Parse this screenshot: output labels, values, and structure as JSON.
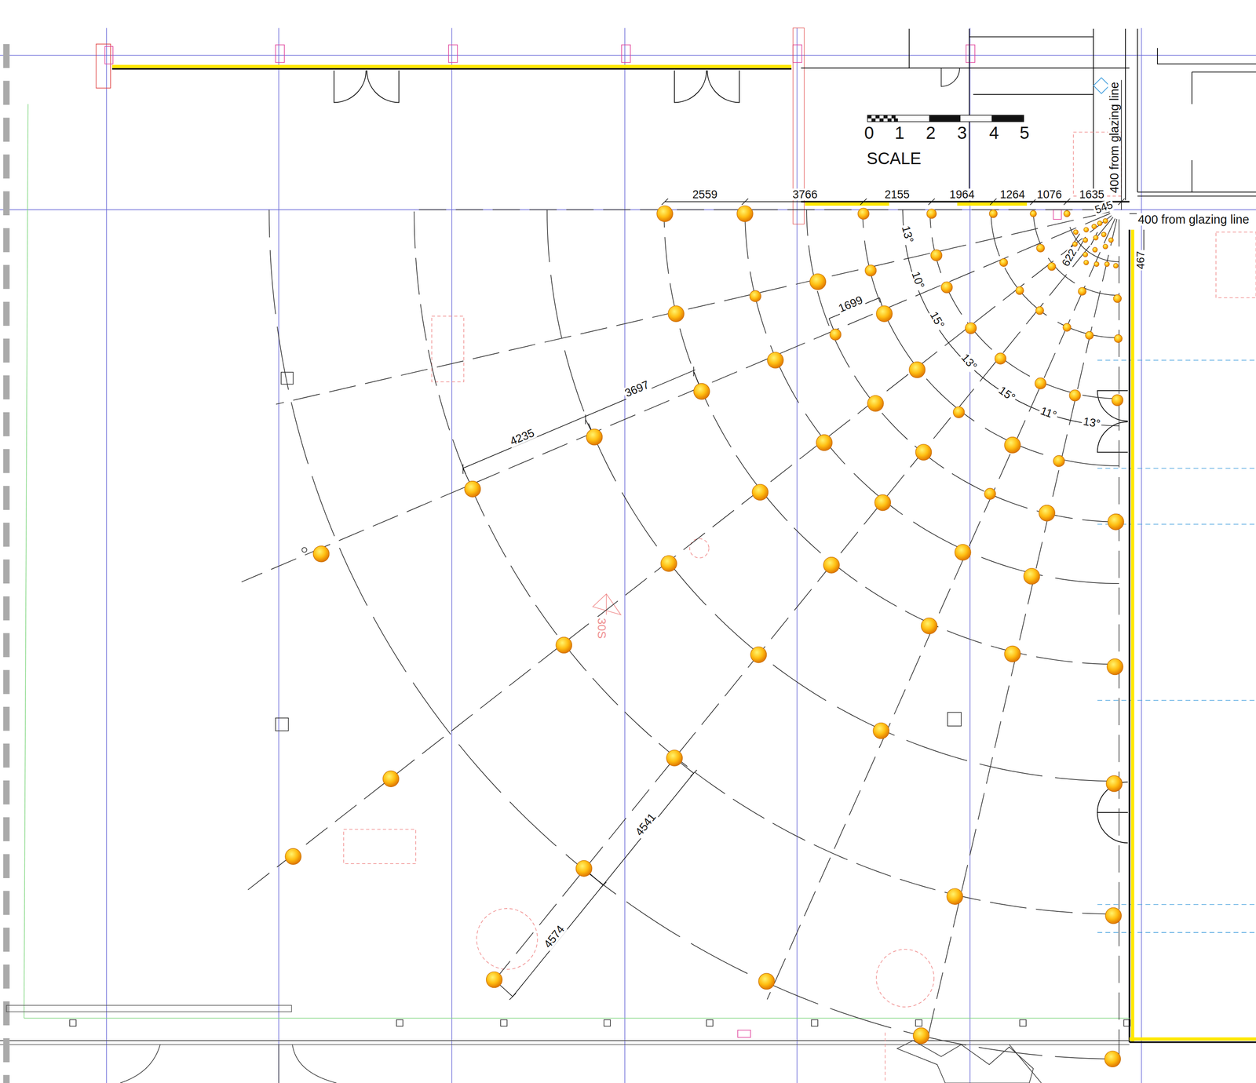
{
  "diagram": {
    "labels": [
      "2559",
      "3766",
      "2155",
      "1964",
      "1264",
      "1076",
      "1635",
      "545",
      "400 from glazing line",
      "400 from glazing line",
      "467",
      "622",
      "13°",
      "10°",
      "15°",
      "13°",
      "15°",
      "11°",
      "13°",
      "1699",
      "3697",
      "4235",
      "4541",
      "4574",
      "0",
      "1",
      "2",
      "3",
      "4",
      "5",
      "SCALE",
      "30S"
    ]
  }
}
